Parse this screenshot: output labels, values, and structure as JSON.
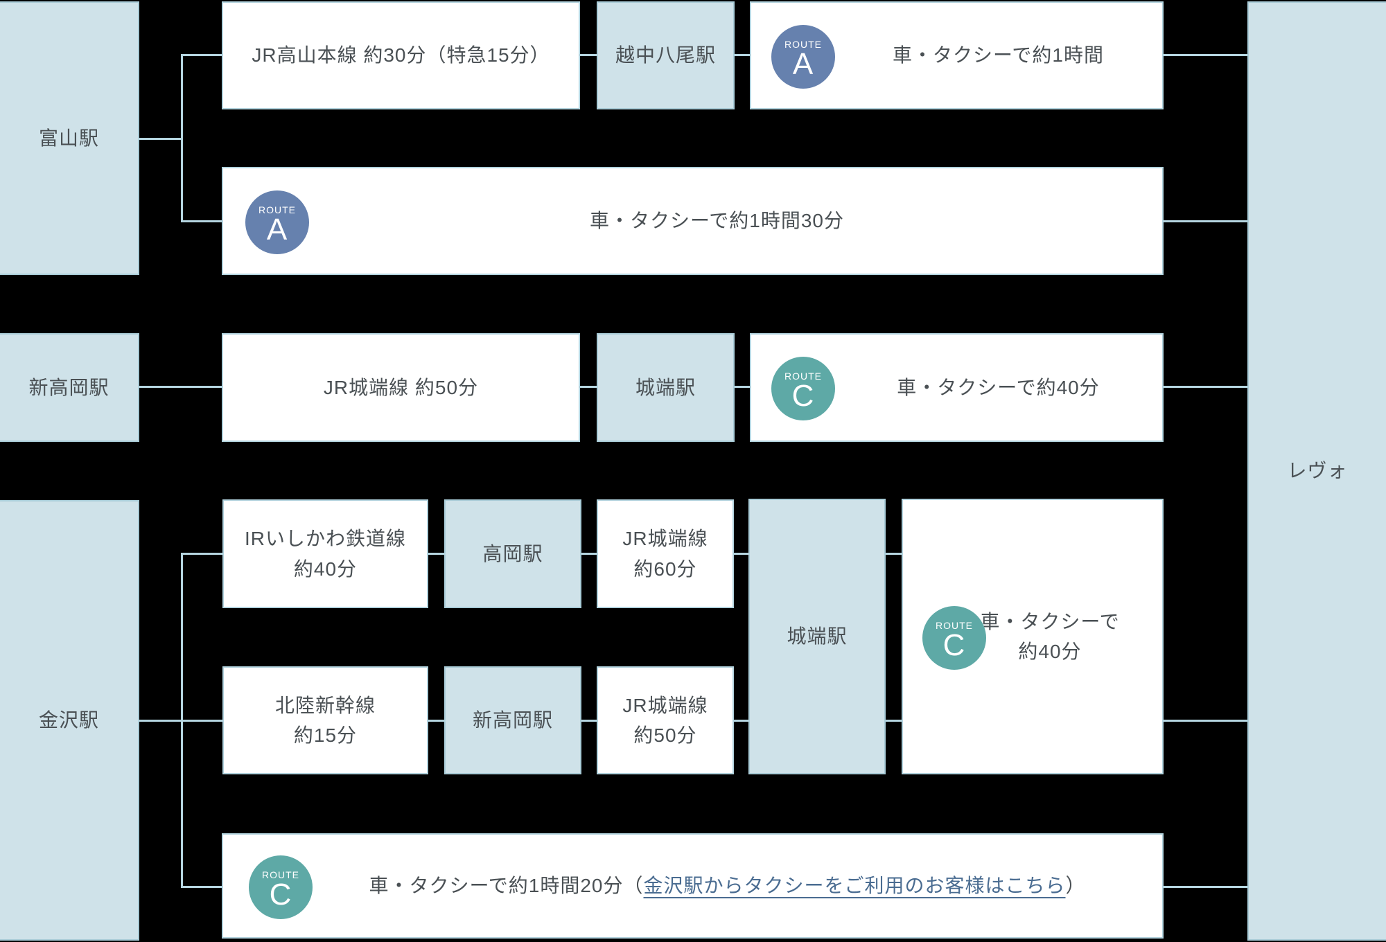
{
  "colors": {
    "background": "#000000",
    "panel_blue": "#cfe2e9",
    "panel_border": "#a9ccd8",
    "white_box_border": "#b2d3de",
    "connector": "#b5d5e0",
    "route_a_badge": "#6681ae",
    "route_c_badge": "#5ea9a6",
    "text": "#4a5054",
    "link": "#4a6c91"
  },
  "stations": {
    "toyama": "富山駅",
    "shin_takaoka": "新高岡駅",
    "kanazawa": "金沢駅"
  },
  "destination": {
    "label": "レヴォ"
  },
  "badge": {
    "route": "ROUTE",
    "a": "A",
    "c": "C"
  },
  "routes": {
    "jr_takayama_line": "JR高山本線 約30分（特急15分）",
    "etchu_yao_station": "越中八尾駅",
    "route_a_taxi_1h": "車・タクシーで約1時間",
    "route_a_taxi_1h30": "車・タクシーで約1時間30分",
    "jr_johana_line_50": "JR城端線 約50分",
    "johana_station": "城端駅",
    "route_c_taxi_40": "車・タクシーで約40分",
    "ir_ishikawa_line_1": "IRいしかわ鉄道線",
    "ir_ishikawa_line_2": "約40分",
    "takaoka_station": "高岡駅",
    "jr_johana_60_1": "JR城端線",
    "jr_johana_60_2": "約60分",
    "hokuriku_shinkansen_1": "北陸新幹線",
    "hokuriku_shinkansen_2": "約15分",
    "shin_takaoka_mid_station": "新高岡駅",
    "jr_johana_50_1": "JR城端線",
    "jr_johana_50_2": "約50分",
    "johana_station_tall": "城端駅",
    "route_c_taxi_40_l1": "車・タクシーで",
    "route_c_taxi_40_l2": "約40分",
    "route_c_taxi_1h20_pre": "車・タクシーで約1時間20分（",
    "route_c_taxi_1h20_link": "金沢駅からタクシーをご利用のお客様はこちら",
    "route_c_taxi_1h20_post": "）"
  }
}
